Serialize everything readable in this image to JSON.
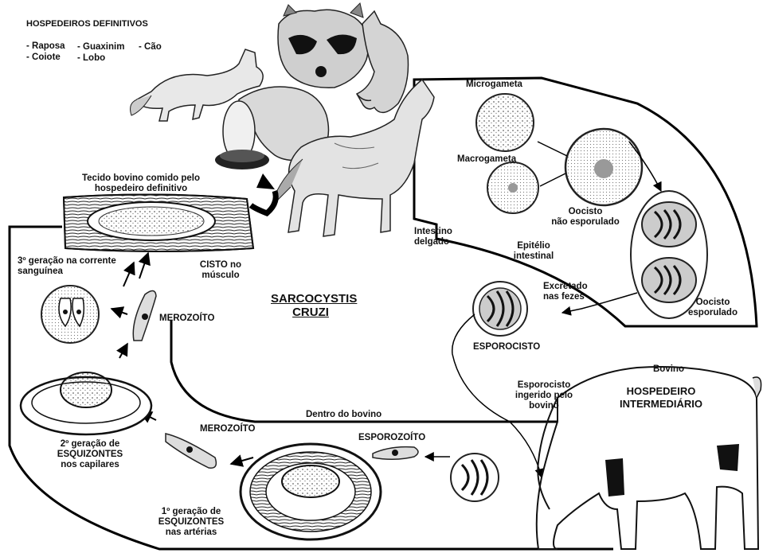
{
  "title_line1": "SARCOCYSTIS",
  "title_line2": "CRUZI",
  "definitive_hosts": {
    "heading": "HOSPEDEIROS DEFINITIVOS",
    "col1_row1": "- Raposa",
    "col1_row2": "- Coiote",
    "col2_row1": "- Guaxinim",
    "col2_row2": "- Lobo",
    "col3_row1": "- Cão"
  },
  "labels": {
    "tissue_line1": "Tecido bovino comido pelo",
    "tissue_line2": "hospedeiro definitivo",
    "cyst_line1": "CISTO no",
    "cyst_line2": "músculo",
    "third_gen_line1": "3º geração na corrente",
    "third_gen_line2": "sanguínea",
    "merozoite_upper": "MEROZOÍTO",
    "second_gen_line1": "2º geração de",
    "second_gen_line2": "ESQUIZONTES",
    "second_gen_line3": "nos capilares",
    "merozoite_lower": "MEROZOÍTO",
    "first_gen_line1": "1º geração de",
    "first_gen_line2": "ESQUIZONTES",
    "first_gen_line3": "nas artérias",
    "inside_cow": "Dentro do bovino",
    "sporozoite": "ESPOROZOÍTO",
    "microgameta": "Microgameta",
    "macrogameta": "Macrogameta",
    "oocyst_unsporulated_line1": "Oocisto",
    "oocyst_unsporulated_line2": "não esporulado",
    "intestine_line1": "Intestino",
    "intestine_line2": "delgado",
    "epithelium_line1": "Epitélio",
    "epithelium_line2": "intestinal",
    "excreted_line1": "Excretado",
    "excreted_line2": "nas fezes",
    "oocyst_sporulated_line1": "Oocisto",
    "oocyst_sporulated_line2": "esporulado",
    "sporocyst": "ESPOROCISTO",
    "ingested_line1": "Esporocisto",
    "ingested_line2": "ingerido pelo",
    "ingested_line3": "bovino",
    "bovine": "Bovino",
    "intermediate_host_line1": "HOSPEDEIRO",
    "intermediate_host_line2": "INTERMEDIÁRIO"
  }
}
